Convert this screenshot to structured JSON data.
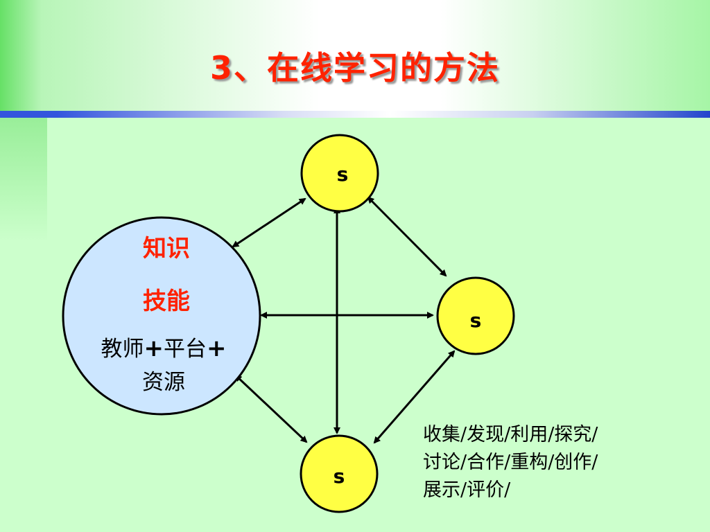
{
  "slide": {
    "title": "3、在线学习的方法"
  },
  "hub": {
    "line1": "知识",
    "line2": "技能",
    "line3_a": "教师",
    "plus": "+",
    "line3_b": "平台",
    "line4": "资源"
  },
  "nodes": {
    "top": "s",
    "right": "s",
    "bottom": "s"
  },
  "note": {
    "line1": "收集/发现/利用/探究/",
    "line2": "讨论/合作/重构/创作/",
    "line3": "展示/评价/"
  },
  "colors": {
    "title": "#ff2200",
    "hub_fill": "#cce6ff",
    "node_fill": "#ffff44",
    "background": "#ccffcc",
    "rule": "#3355dd"
  }
}
